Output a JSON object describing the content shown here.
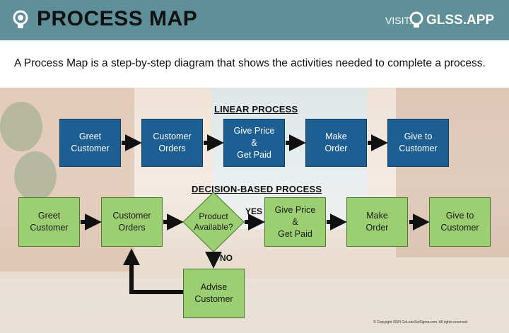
{
  "header": {
    "title": "PROCESS MAP",
    "visit_label": "VISIT:",
    "brand": "GLSS.APP",
    "bulb_icon": "lightbulb-icon",
    "brand_icon": "lightbulb-icon",
    "background_color": "#5f8f99"
  },
  "description": "A Process Map is a step-by-step diagram that shows the activities needed to complete a process.",
  "linear": {
    "heading": "LINEAR PROCESS",
    "color": "#1d5f93",
    "steps": [
      {
        "l1": "Greet",
        "l2": "Customer"
      },
      {
        "l1": "Customer",
        "l2": "Orders"
      },
      {
        "l1": "Give Price",
        "l2": "&",
        "l3": "Get Paid"
      },
      {
        "l1": "Make",
        "l2": "Order"
      },
      {
        "l1": "Give to",
        "l2": "Customer"
      }
    ]
  },
  "decision": {
    "heading": "DECISION-BASED PROCESS",
    "color": "#9ccf72",
    "steps": [
      {
        "l1": "Greet",
        "l2": "Customer"
      },
      {
        "l1": "Customer",
        "l2": "Orders"
      },
      {
        "l1": "Product",
        "l2": "Available?"
      },
      {
        "l1": "Give Price",
        "l2": "&",
        "l3": "Get Paid"
      },
      {
        "l1": "Make",
        "l2": "Order"
      },
      {
        "l1": "Give to",
        "l2": "Customer"
      },
      {
        "l1": "Advise",
        "l2": "Customer"
      }
    ],
    "yes_label": "YES",
    "no_label": "NO"
  },
  "copyright": "© Copyright 2024 GoLeanSixSigma.com. All rights reserved."
}
